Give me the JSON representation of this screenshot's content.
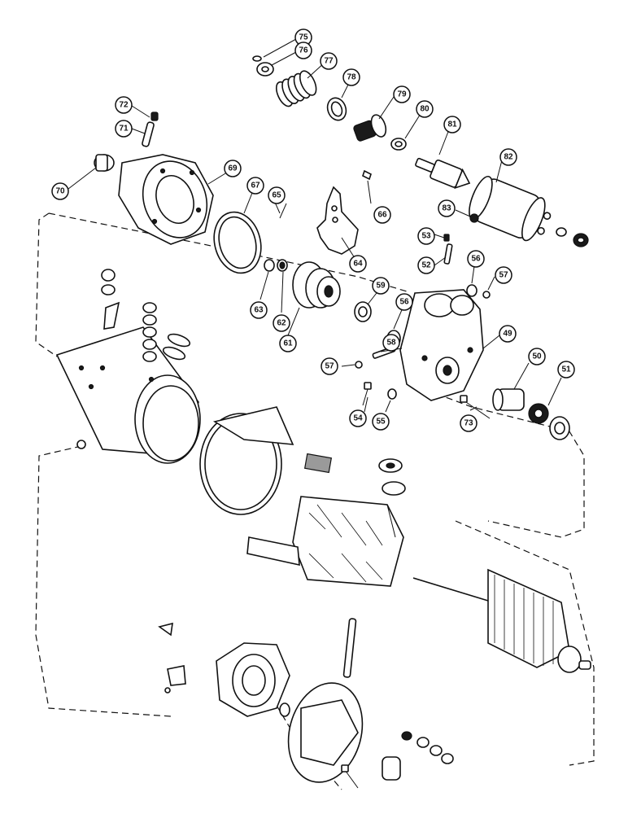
{
  "callouts": [
    {
      "id": "75",
      "label": "75"
    },
    {
      "id": "76",
      "label": "76"
    },
    {
      "id": "77",
      "label": "77"
    },
    {
      "id": "78",
      "label": "78"
    },
    {
      "id": "79",
      "label": "79"
    },
    {
      "id": "80",
      "label": "80"
    },
    {
      "id": "81",
      "label": "81"
    },
    {
      "id": "82",
      "label": "82"
    },
    {
      "id": "83",
      "label": "83"
    },
    {
      "id": "72",
      "label": "72"
    },
    {
      "id": "71",
      "label": "71"
    },
    {
      "id": "70",
      "label": "70"
    },
    {
      "id": "69",
      "label": "69"
    },
    {
      "id": "67",
      "label": "67"
    },
    {
      "id": "65",
      "label": "65"
    },
    {
      "id": "66",
      "label": "66"
    },
    {
      "id": "64",
      "label": "64"
    },
    {
      "id": "53",
      "label": "53"
    },
    {
      "id": "52",
      "label": "52"
    },
    {
      "id": "56a",
      "label": "56"
    },
    {
      "id": "57a",
      "label": "57"
    },
    {
      "id": "63",
      "label": "63"
    },
    {
      "id": "62",
      "label": "62"
    },
    {
      "id": "61",
      "label": "61"
    },
    {
      "id": "59",
      "label": "59"
    },
    {
      "id": "56b",
      "label": "56"
    },
    {
      "id": "49",
      "label": "49"
    },
    {
      "id": "58",
      "label": "58"
    },
    {
      "id": "57b",
      "label": "57"
    },
    {
      "id": "50",
      "label": "50"
    },
    {
      "id": "51",
      "label": "51"
    },
    {
      "id": "54",
      "label": "54"
    },
    {
      "id": "55",
      "label": "55"
    },
    {
      "id": "73",
      "label": "73"
    }
  ]
}
